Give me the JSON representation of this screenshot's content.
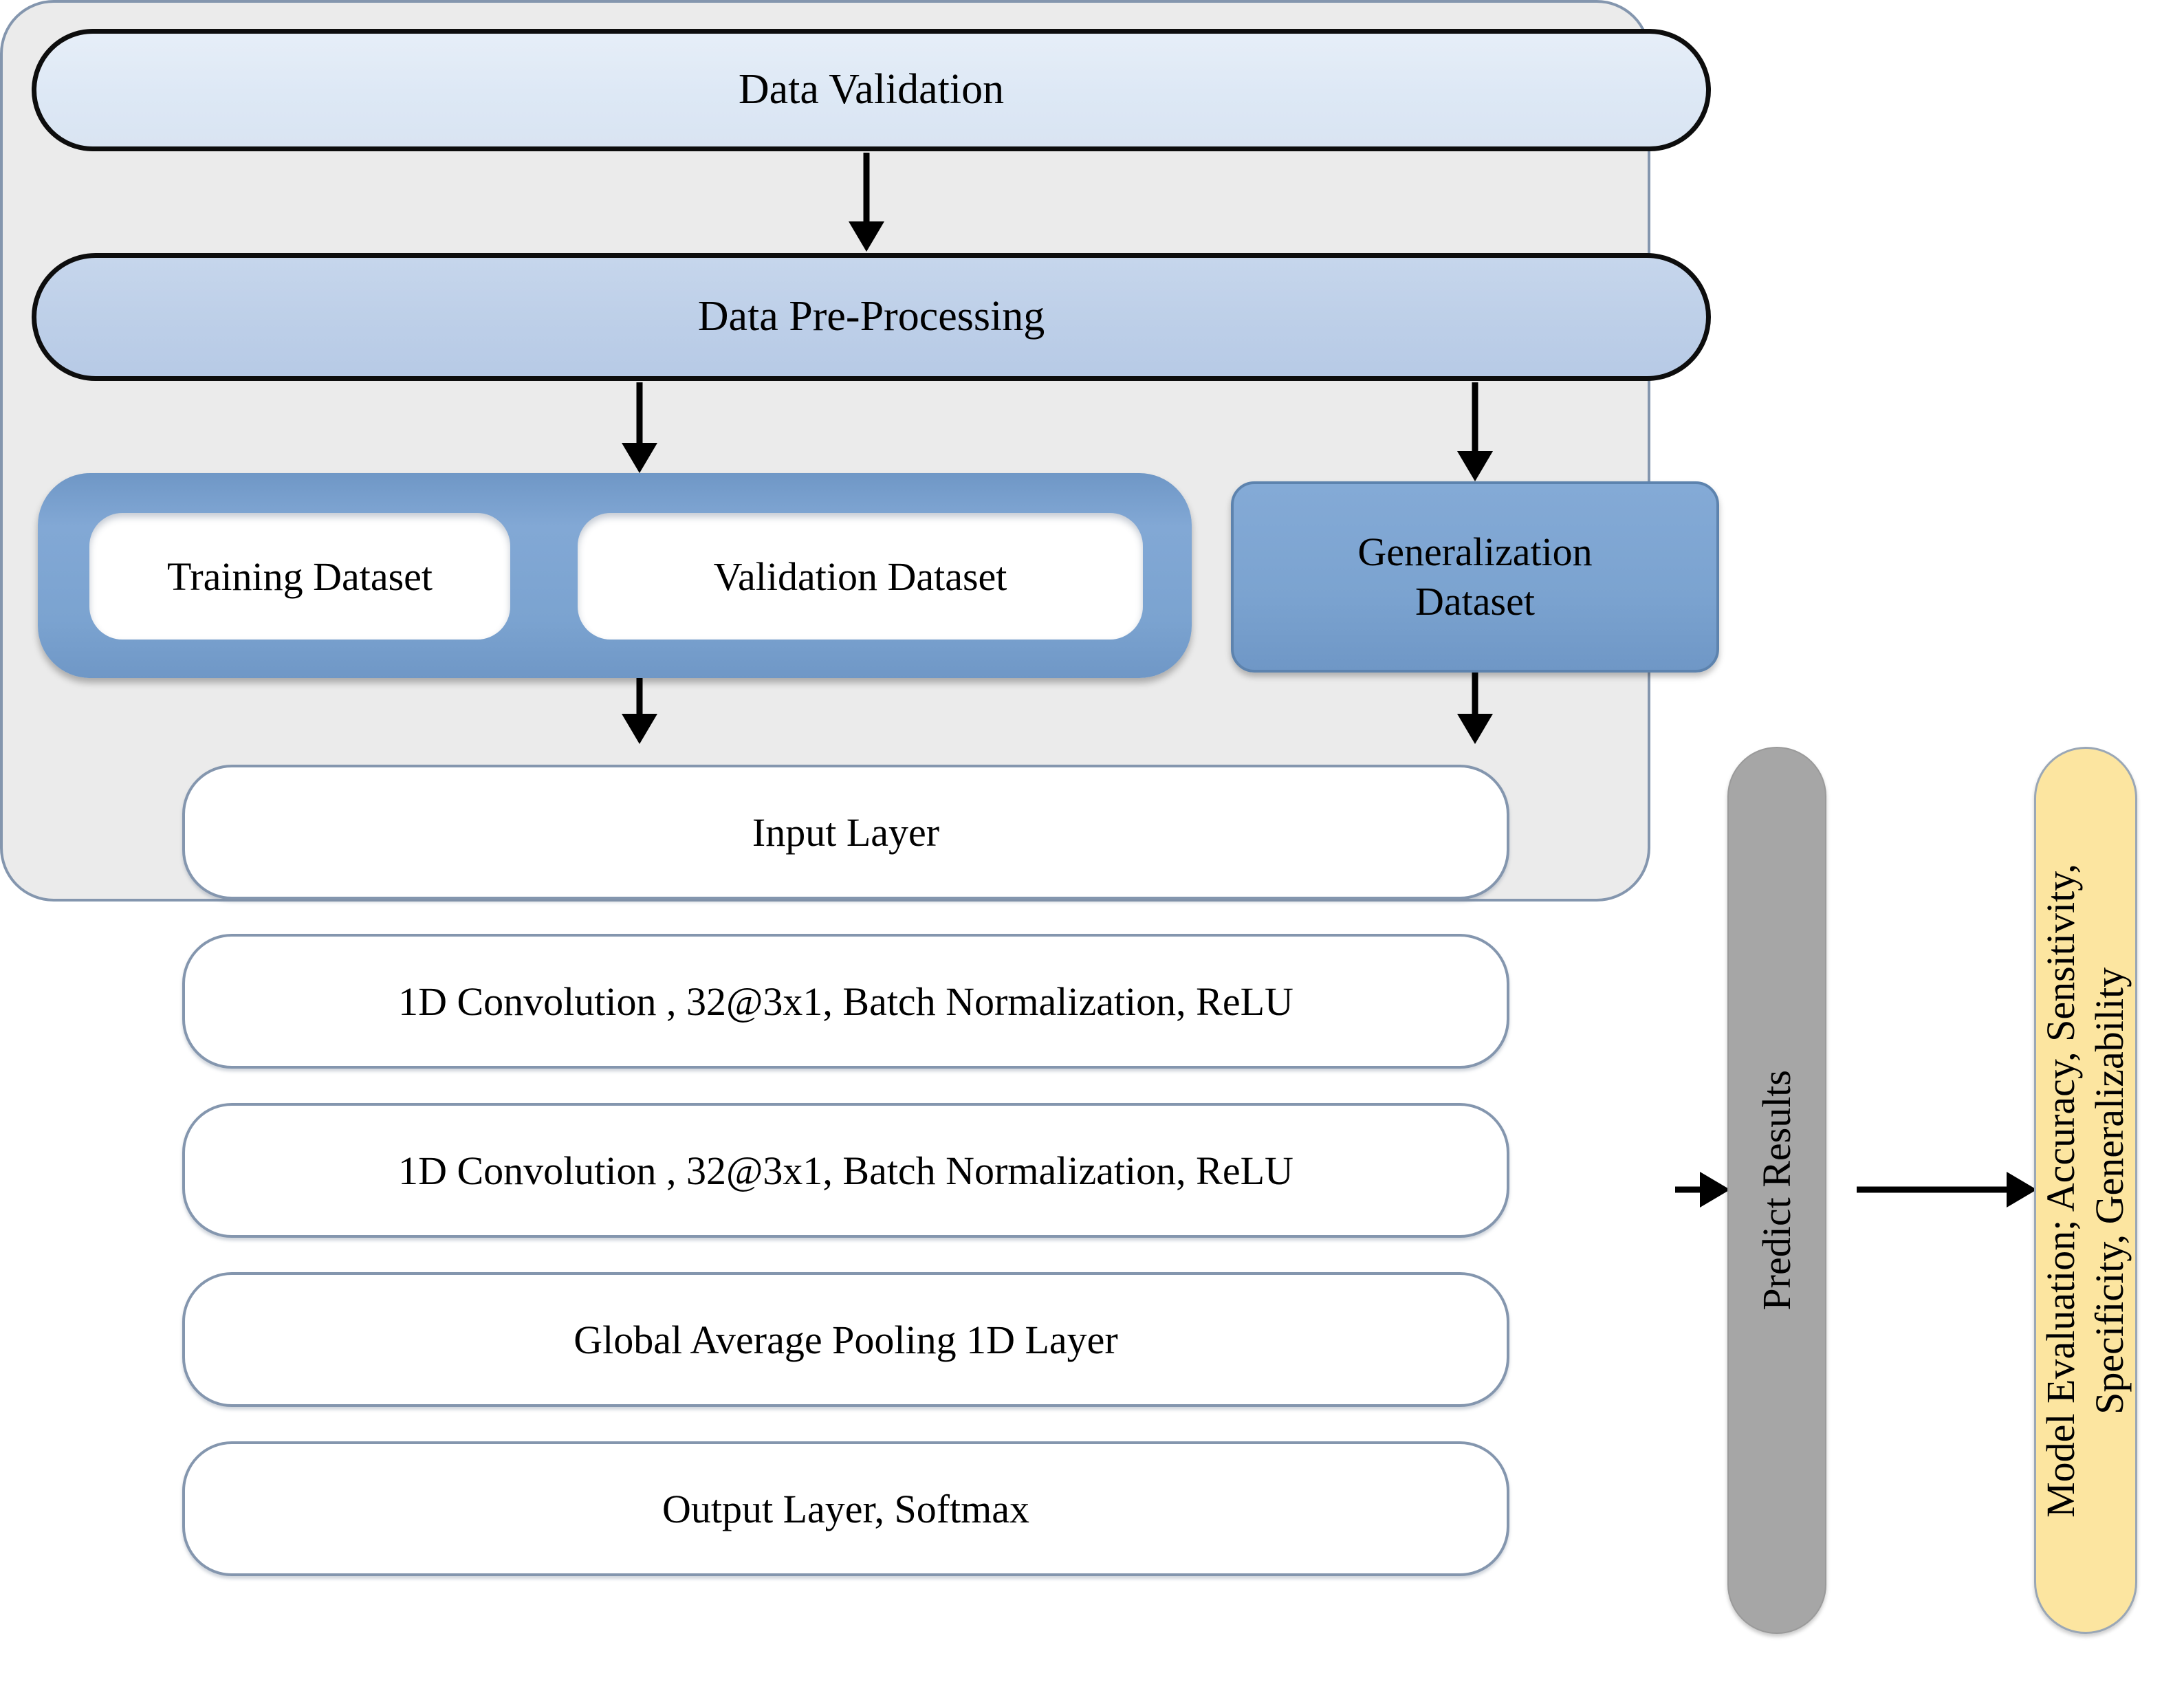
{
  "diagram": {
    "title_top": "Data Validation",
    "preprocessing": "Data Pre-Processing",
    "datasets": {
      "training": "Training  Dataset",
      "validation": "Validation Dataset",
      "generalization_line1": "Generalization",
      "generalization_line2": "Dataset"
    },
    "cnn_layers": [
      "Input Layer",
      "1D Convolution , 32@3x1, Batch Normalization, ReLU",
      "1D Convolution , 32@3x1, Batch Normalization, ReLU",
      "Global Average Pooling 1D Layer",
      "Output Layer, Softmax"
    ],
    "predict_results": "Predict Results",
    "model_evaluation": "Model Evaluation; Accuracy, Sensitivity,\nSpecificity, Generalizability"
  },
  "colors": {
    "validation_fill": "#dde8f5",
    "preprocessing_fill": "#bdcfe8",
    "dataset_blue": "#7ba3d0",
    "cnn_container_fill": "#ebebeb",
    "cnn_border": "#8496ae",
    "predict_fill": "#a6a6a6",
    "evaluation_fill": "#fce5a0",
    "arrow_color": "#000000"
  }
}
